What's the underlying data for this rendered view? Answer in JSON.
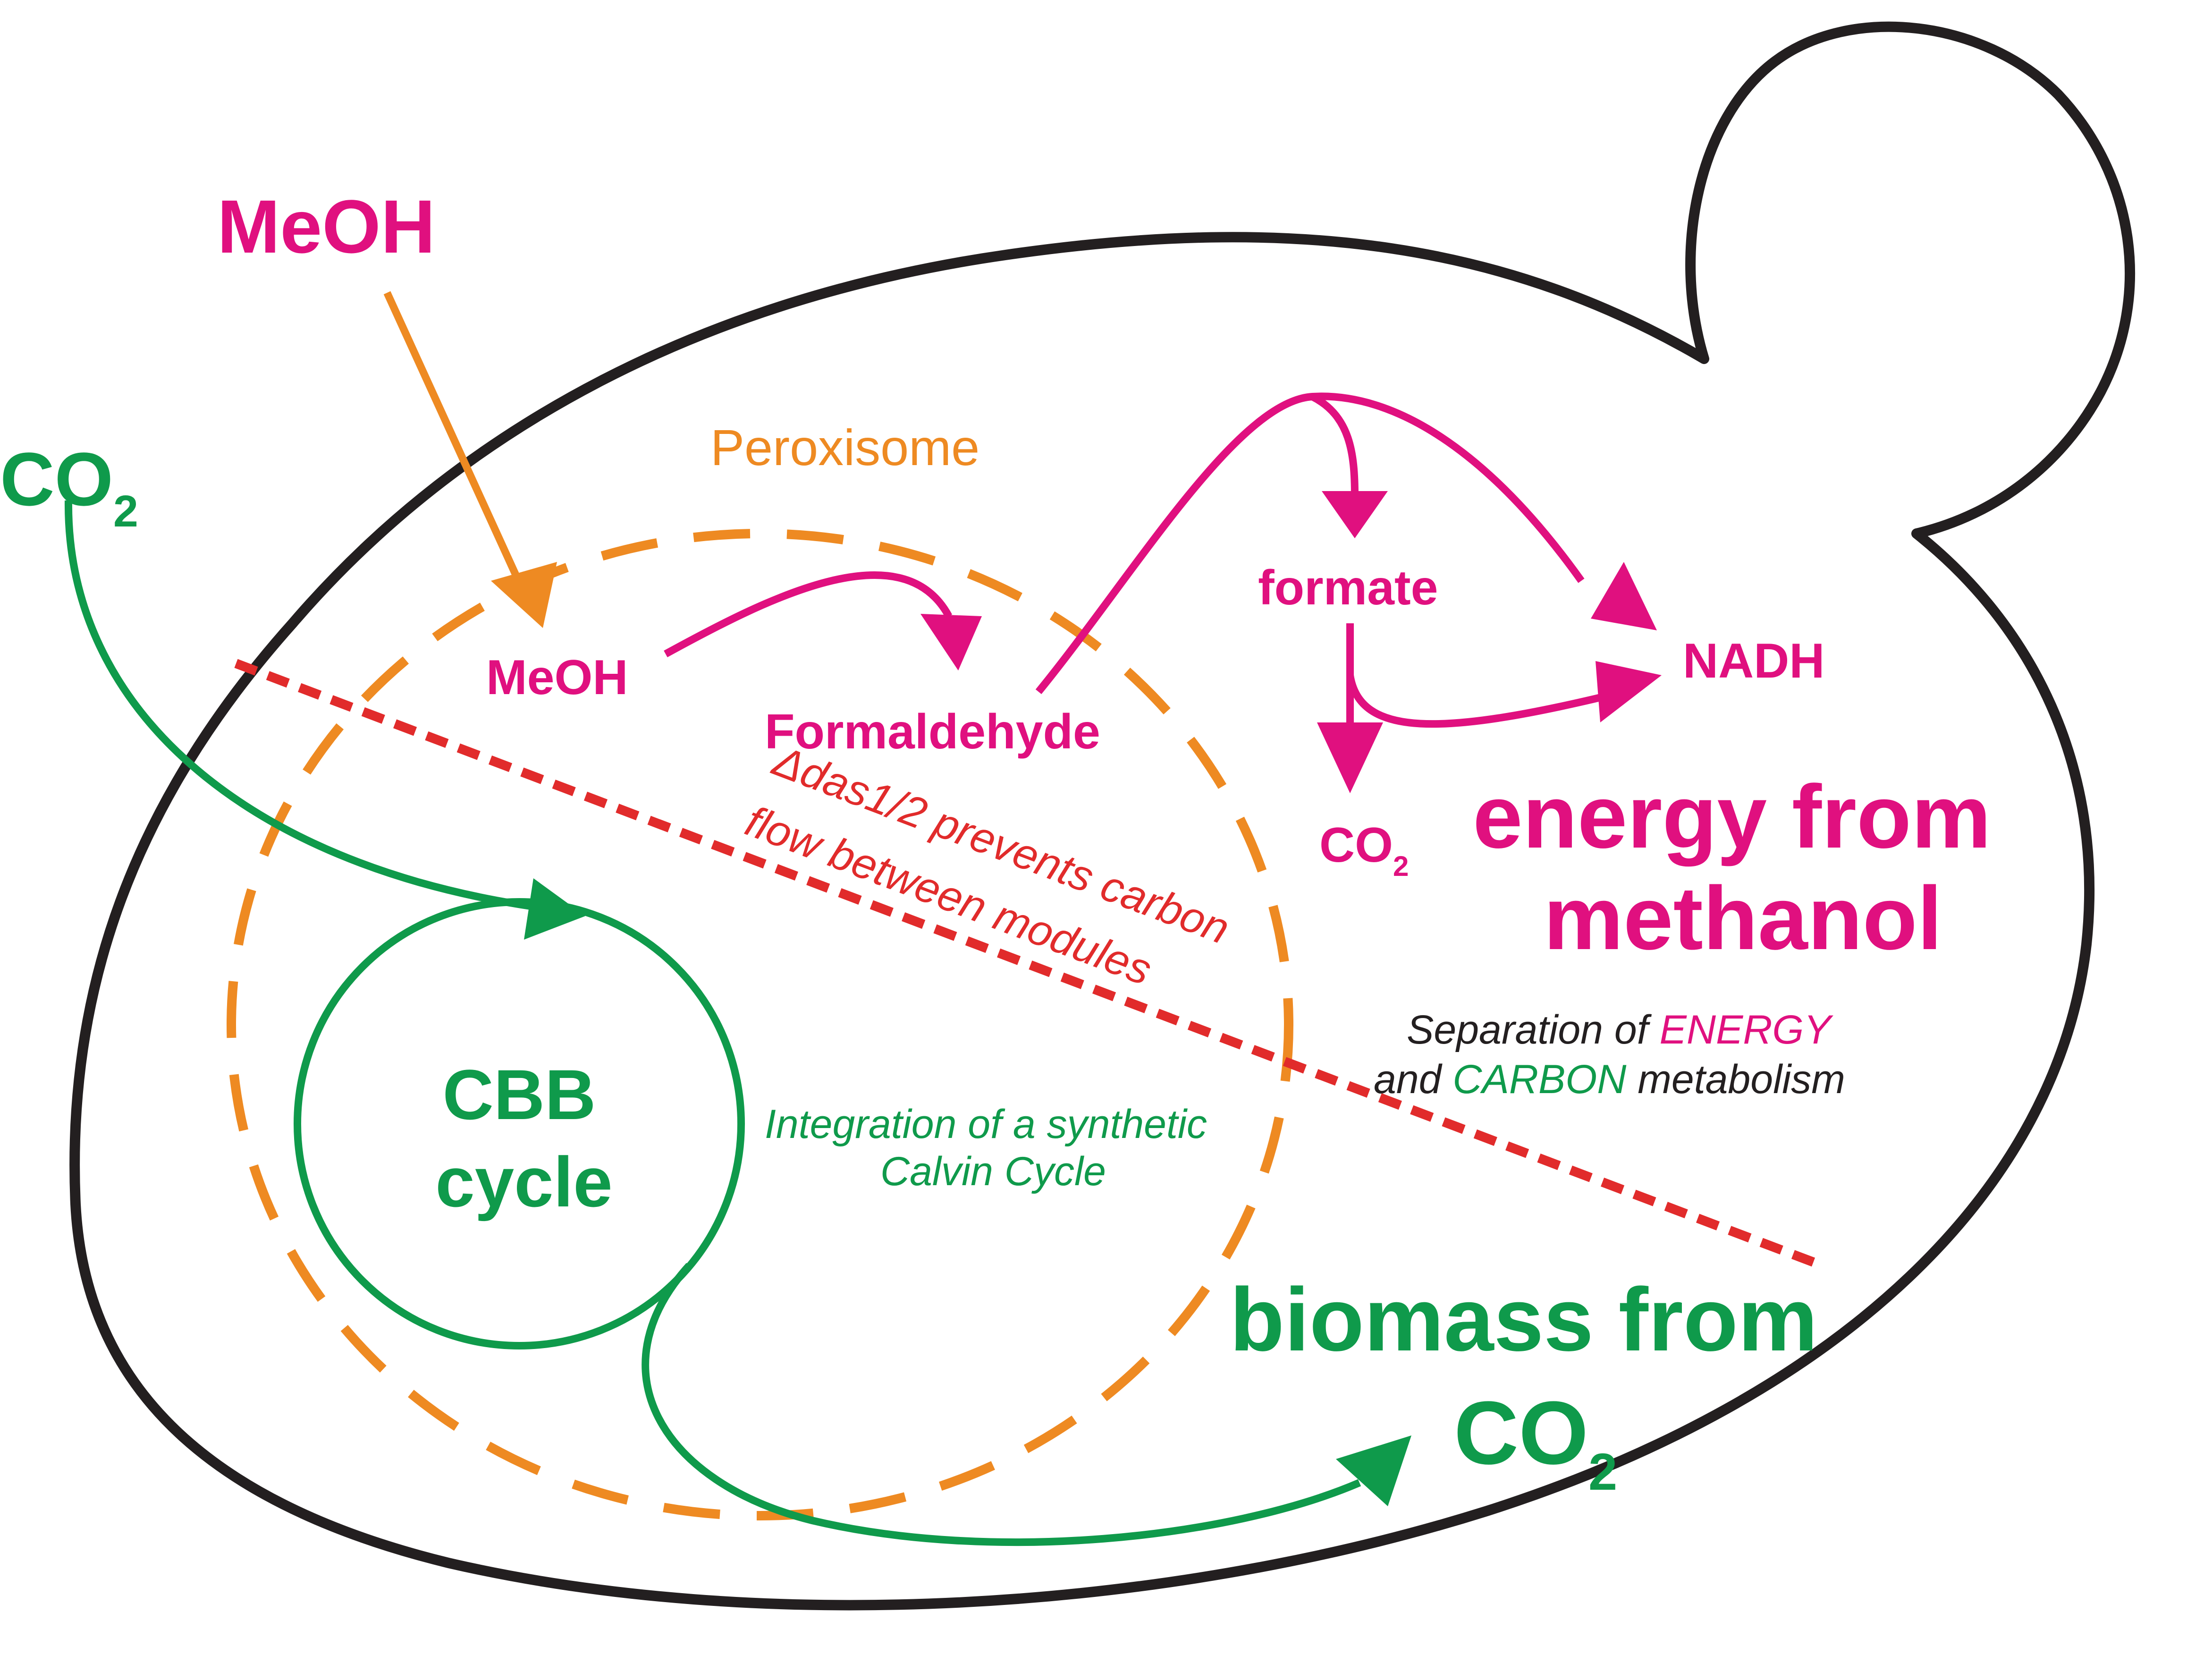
{
  "colors": {
    "outline": "#231f20",
    "magenta": "#e0107f",
    "green": "#0f9a4b",
    "orange": "#ee8a22",
    "red": "#e12b2b",
    "black": "#231f20"
  },
  "labels": {
    "meoh_outside": "MeOH",
    "co2_outside": {
      "main": "CO",
      "sub": "2"
    },
    "peroxisome": "Peroxisome",
    "meoh_inside": "MeOH",
    "formaldehyde": "Formaldehyde",
    "formate": "formate",
    "nadh": "NADH",
    "co2_small": {
      "main": "CO",
      "sub": "2"
    },
    "energy_line1": "energy from",
    "energy_line2": "methanol",
    "das_line1": "Δdas1/2 prevents carbon",
    "das_line2": "flow between modules",
    "separation_line1": {
      "pre": "Separation of ",
      "highlight": "ENERGY"
    },
    "separation_line2": {
      "pre": "and ",
      "highlight": "CARBON",
      "post": " metabolism"
    },
    "cbb_line1": "CBB",
    "cbb_line2": "cycle",
    "integration_line1": "Integration of a synthetic",
    "integration_line2": "Calvin Cycle",
    "biomass_line1": "biomass from",
    "biomass_co2": {
      "main": "CO",
      "sub": "2"
    }
  }
}
